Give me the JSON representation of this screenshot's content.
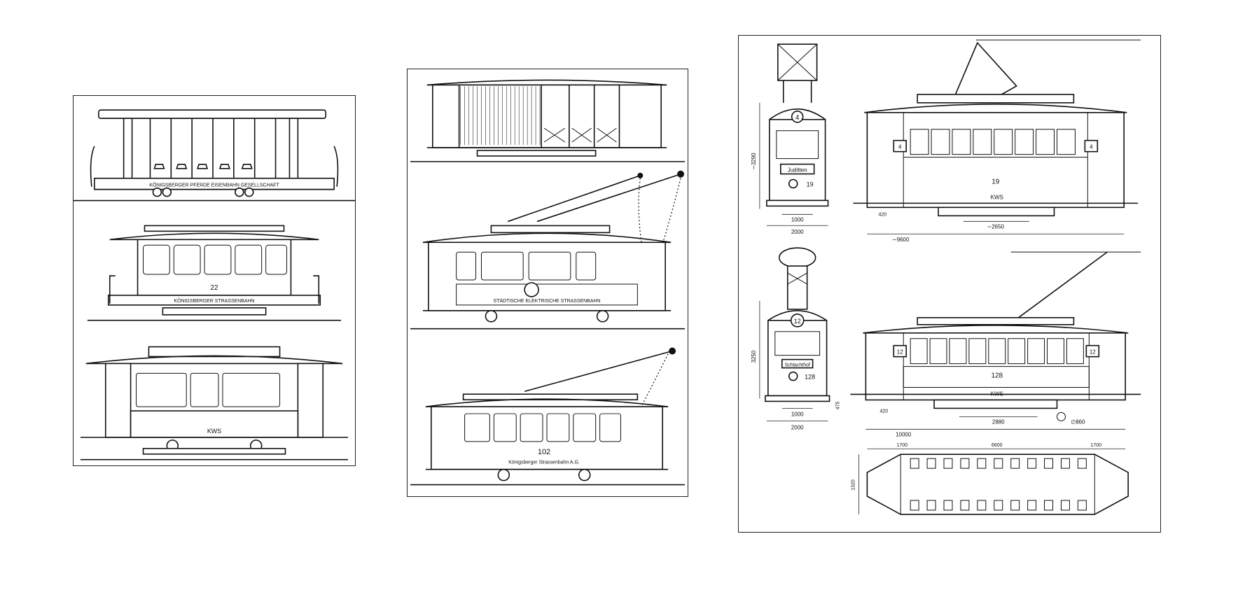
{
  "panel1": {
    "car1_lettering": "KÖNIGSBERGER PFERDE EISENBAHN GESELLSCHAFT",
    "car2_number": "22",
    "car2_lettering": "KÖNIGSBERGER STRASSENBAHN",
    "car3_lettering": "KWS"
  },
  "panel2": {
    "car2_lettering": "STÄDTISCHE ELEKTRISCHE STRASSENBAHN",
    "car3_number": "102",
    "car3_lettering": "Königsberger Strassenbahn A.G."
  },
  "panel3": {
    "top_front": {
      "route_number": "4",
      "destination": "Juditten",
      "car_number": "19",
      "height_dim": "∽3290",
      "gauge_dim": "1000",
      "width_dim": "2000"
    },
    "top_side": {
      "car_number": "19",
      "route_left": "4",
      "route_right": "4",
      "company": "KWS",
      "overhang_dim": "420",
      "wheelbase_dim": "∽2650",
      "length_dim": "∽9600"
    },
    "bottom_front": {
      "route_number": "12",
      "destination": "Schlachthof",
      "car_number": "128",
      "height_dim": "3250",
      "gauge_dim": "1000",
      "width_dim": "2000"
    },
    "bottom_side": {
      "car_number": "128",
      "route_left": "12",
      "route_right": "12",
      "company": "KWS",
      "floor_dim": "475",
      "overhang_dim": "420",
      "wheelbase_dim": "2880",
      "length_dim": "10000",
      "wheel_dim": "∅860"
    },
    "plan": {
      "left_dim": "1700",
      "center_dim": "6600",
      "right_dim": "1700",
      "width_dim": "1320"
    }
  }
}
